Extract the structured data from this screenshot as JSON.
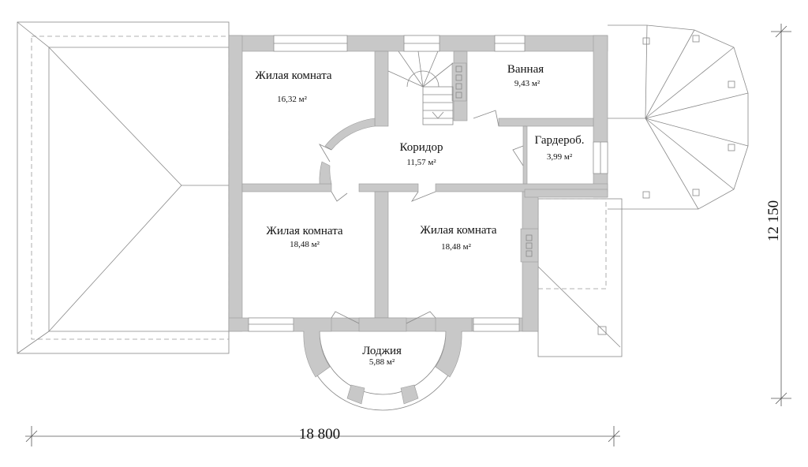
{
  "rooms": [
    {
      "name": "Жилая комната",
      "area": "16,32 м²"
    },
    {
      "name": "Ванная",
      "area": "9,43 м²"
    },
    {
      "name": "Коридор",
      "area": "11,57 м²"
    },
    {
      "name": "Гардероб.",
      "area": "3,99 м²"
    },
    {
      "name": "Жилая комната",
      "area": "18,48 м²"
    },
    {
      "name": "Жилая комната",
      "area": "18,48 м²"
    },
    {
      "name": "Лоджия",
      "area": "5,88 м²"
    }
  ],
  "dimensions": {
    "width": "18 800",
    "height": "12 150"
  },
  "colors": {
    "wall": "#c8c8c8",
    "line": "#888888"
  }
}
